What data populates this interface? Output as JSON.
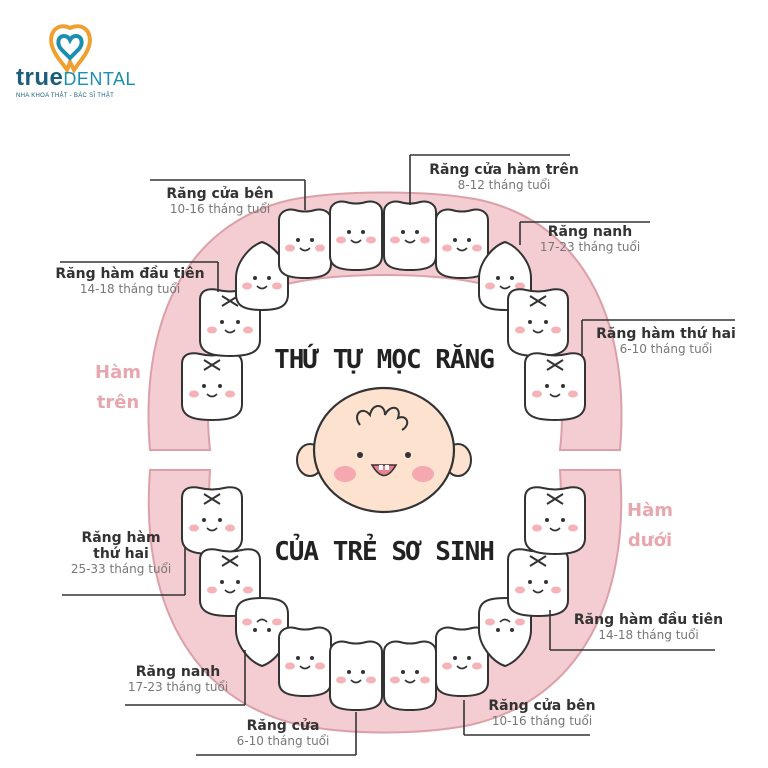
{
  "brand": {
    "word_true": "true",
    "word_dental": "DENTAL",
    "tagline": "NHA KHOA THẬT - BÁC SĨ THẬT",
    "colors": {
      "primary": "#1a5e7a",
      "accent": "#f0a030",
      "gum": "#f3cdd2",
      "gum_edge": "#dca0a8"
    }
  },
  "title_top": "THỨ TỰ MỌC RĂNG",
  "title_bottom": "CỦA TRẺ SƠ SINH",
  "jaws": {
    "upper": [
      "Hàm",
      "trên"
    ],
    "lower": [
      "Hàm",
      "dưới"
    ]
  },
  "upper_labels": [
    {
      "name": "Răng cửa hàm trên",
      "age": "8-12 tháng tuổi"
    },
    {
      "name": "Răng cửa bên",
      "age": "10-16 tháng tuổi"
    },
    {
      "name": "Răng nanh",
      "age": "17-23 tháng tuổi"
    },
    {
      "name": "Răng hàm đầu tiên",
      "age": "14-18 tháng tuổi"
    },
    {
      "name": "Răng hàm thứ hai",
      "age": "6-10 tháng tuổi"
    }
  ],
  "lower_labels": [
    {
      "name": [
        "Răng hàm",
        "thứ hai"
      ],
      "age": "25-33 tháng tuổi"
    },
    {
      "name": "Răng hàm đầu tiên",
      "age": "14-18 tháng tuổi"
    },
    {
      "name": "Răng nanh",
      "age": "17-23 tháng tuổi"
    },
    {
      "name": "Răng cửa bên",
      "age": "10-16 tháng tuổi"
    },
    {
      "name": "Răng cửa",
      "age": "6-10 tháng tuổi"
    }
  ],
  "icons": [
    "tooth-heart-logo-icon",
    "baby-face-icon",
    "smiling-tooth-icon"
  ]
}
